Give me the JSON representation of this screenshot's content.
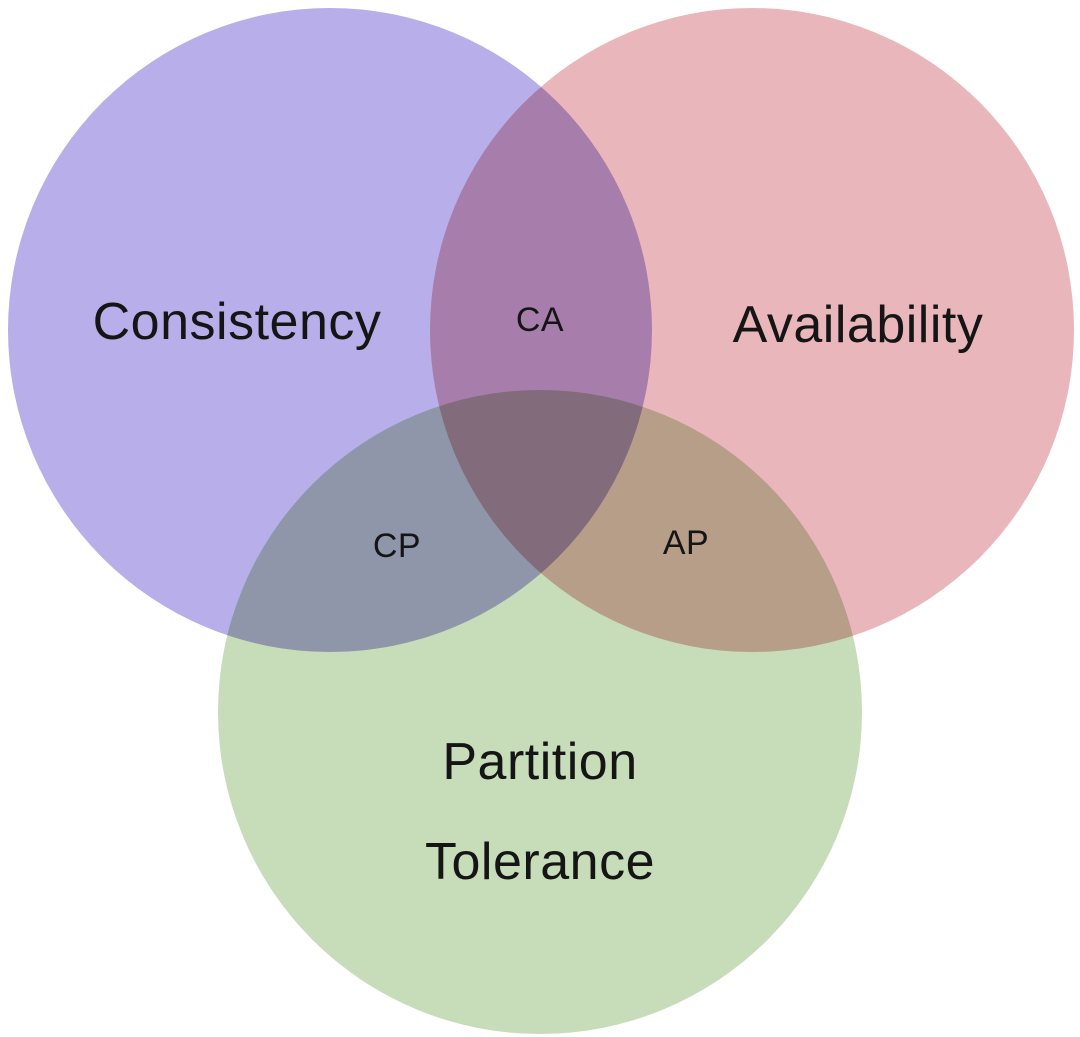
{
  "diagram": {
    "background": "#ffffff",
    "sets": {
      "consistency": {
        "label": "Consistency",
        "color": "#b7aeea"
      },
      "availability": {
        "label": "Availability",
        "color": "#e9b7bb"
      },
      "partition": {
        "label_line1": "Partition",
        "label_line2": "Tolerance",
        "color": "#c7dcb9"
      }
    },
    "intersections": {
      "ca": {
        "label": "CA"
      },
      "cp": {
        "label": "CP"
      },
      "ap": {
        "label": "AP"
      }
    }
  }
}
